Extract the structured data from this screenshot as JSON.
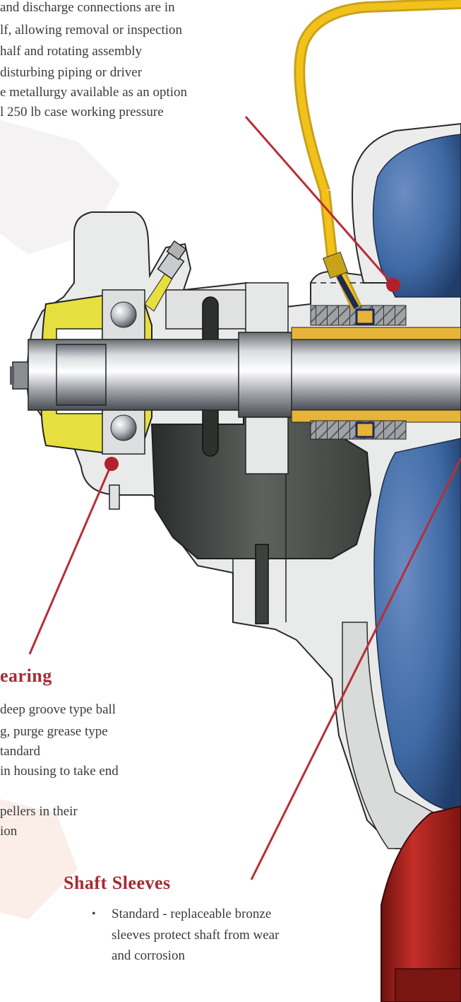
{
  "top_text": {
    "lines": [
      "and discharge connections are in",
      "lf, allowing removal or inspection",
      " half and rotating assembly",
      "disturbing piping or driver",
      "e metallurgy available as an option",
      "l 250 lb case working pressure"
    ]
  },
  "bearing_section": {
    "heading": "earing",
    "lines": [
      "deep groove type ball",
      "g, purge grease type",
      "tandard",
      " in housing to take end",
      "",
      "pellers in their",
      "ion"
    ]
  },
  "sleeve_section": {
    "heading": "Shaft Sleeves",
    "bullet": "•",
    "lines": [
      "Standard - replaceable bronze",
      "sleeves protect shaft from wear",
      "and corrosion"
    ]
  },
  "colors": {
    "accent_red": "#a82a32",
    "impeller_blue": "#3f6aa5",
    "case_red": "#b3231f",
    "bearing_yellow": "#e7df3f",
    "grease_line_yellow": "#f2c21b"
  }
}
